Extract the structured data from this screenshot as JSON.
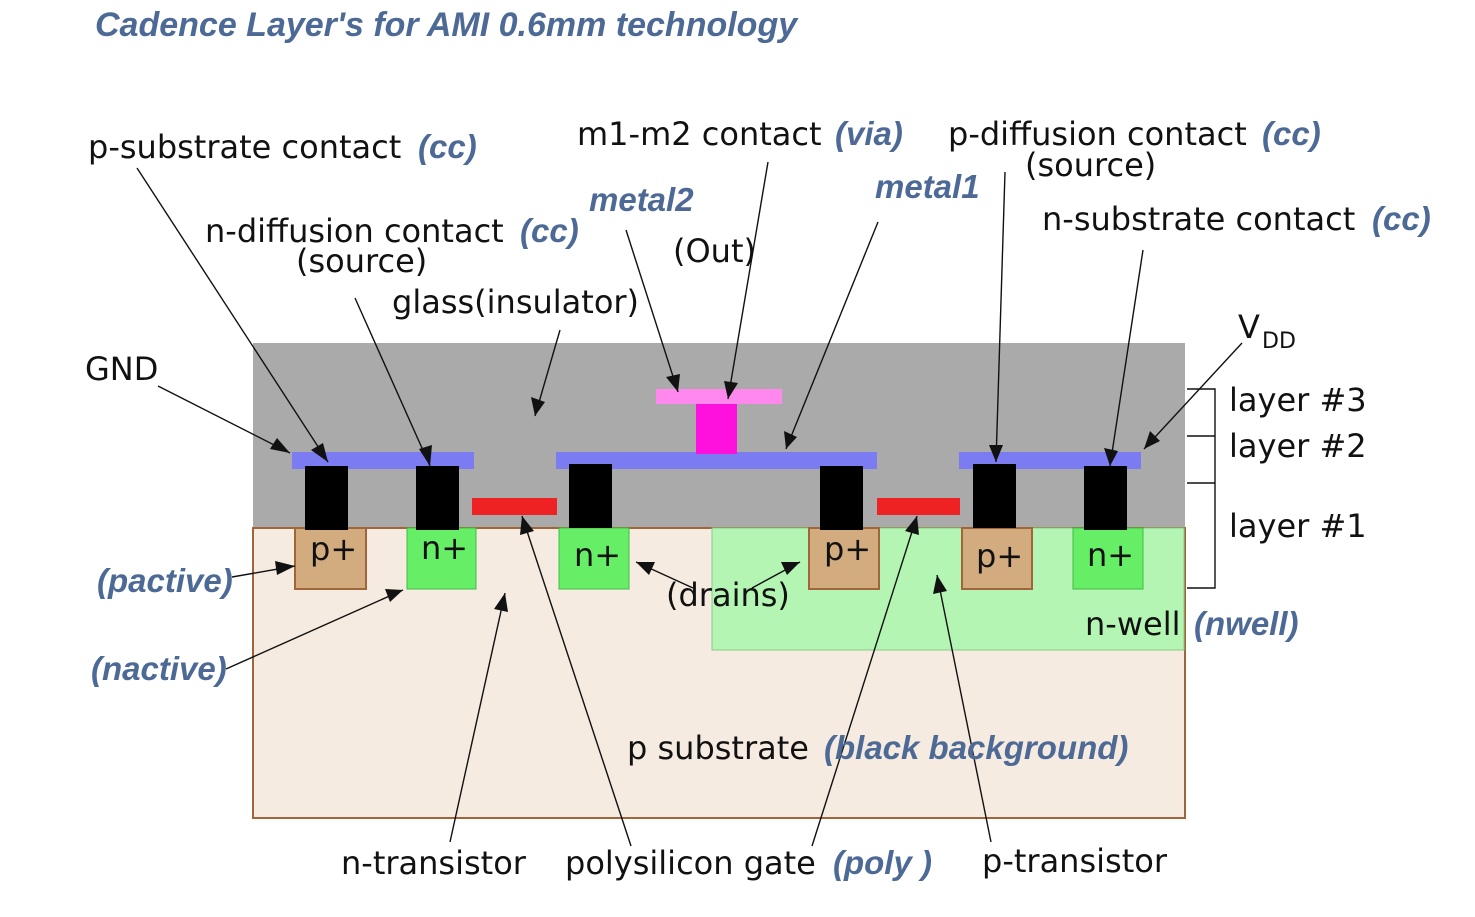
{
  "title": "Cadence Layer's for AMI 0.6mm technology",
  "labels": {
    "p_substrate_contact": "p-substrate contact",
    "p_substrate_contact_layer": "(cc)",
    "m1_m2_contact": "m1-m2 contact",
    "m1_m2_contact_layer": "(via)",
    "p_diffusion_contact": "p-diffusion contact",
    "p_diffusion_contact_layer": "(cc)",
    "p_diffusion_source": "(source)",
    "metal2": "metal2",
    "metal1": "metal1",
    "n_diffusion_contact": "n-diffusion contact",
    "n_diffusion_contact_layer": "(cc)",
    "n_diffusion_source": "(source)",
    "out": "(Out)",
    "n_substrate_contact": "n-substrate contact",
    "n_substrate_contact_layer": "(cc)",
    "glass": "glass(insulator)",
    "vdd_main": "V",
    "vdd_sub": "DD",
    "gnd": "GND",
    "layer3": "layer #3",
    "layer2": "layer #2",
    "layer1": "layer #1",
    "pactive": "(pactive)",
    "nactive": "(nactive)",
    "drains": "(drains)",
    "n_well": "n-well",
    "n_well_layer": "(nwell)",
    "p_substrate": "p substrate",
    "p_substrate_layer": "(black background)",
    "n_transistor": "n-transistor",
    "polysilicon_gate": "polysilicon gate",
    "polysilicon_gate_layer": "(poly )",
    "p_transistor": "p-transistor"
  },
  "regions": {
    "p_plus": "p+",
    "n_plus": "n+"
  },
  "colors": {
    "title": "#4d6a96",
    "glass": "#aaaaaa",
    "substrate": "#f5ebe0",
    "substrate_border": "#a0663a",
    "nwell": "#b4f5b4",
    "n_plus": "#66ee66",
    "p_plus": "#d2ab7f",
    "metal1": "#7b7bf2",
    "metal2": "#ff88ee",
    "via": "#ff11dd",
    "poly": "#ee2222",
    "contact": "#000000"
  }
}
